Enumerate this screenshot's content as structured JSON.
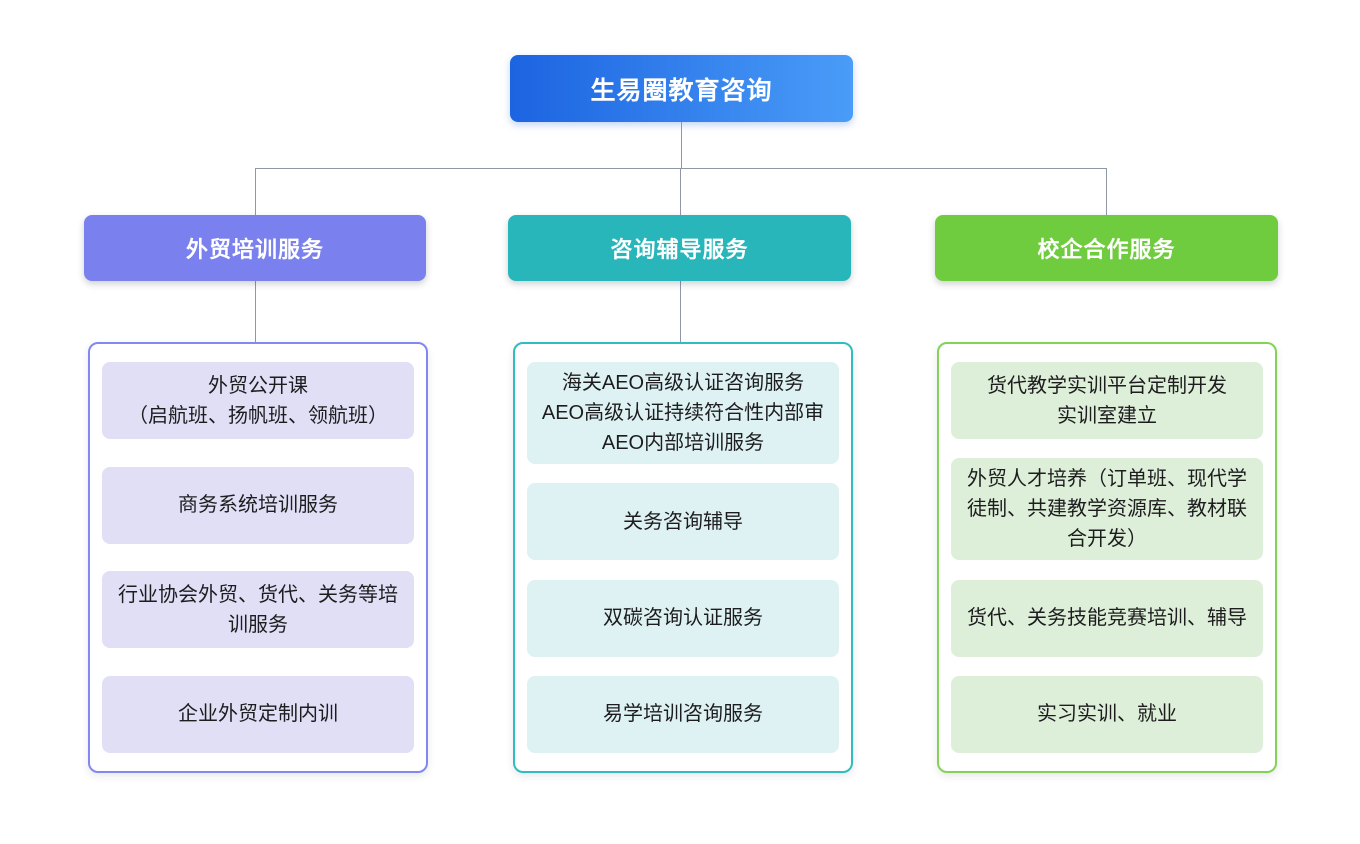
{
  "root": {
    "label": "生易圈教育咨询",
    "gradient_start": "#1c64e1",
    "gradient_end": "#4a9cf8",
    "text_color": "#ffffff"
  },
  "connector_color": "#8f98a4",
  "branches": [
    {
      "id": "trade-training",
      "label": "外贸培训服务",
      "header_color": "#7a80ee",
      "border_color": "#8388f0",
      "item_bg": "#e1dff6",
      "has_drop_line": true,
      "items": [
        "外贸公开课\n（启航班、扬帆班、领航班）",
        "商务系统培训服务",
        "行业协会外贸、货代、关务等培训服务",
        "企业外贸定制内训"
      ]
    },
    {
      "id": "consulting-coaching",
      "label": "咨询辅导服务",
      "header_color": "#28b6ba",
      "border_color": "#2fbdc0",
      "item_bg": "#def1f3",
      "has_drop_line": true,
      "items": [
        "海关AEO高级认证咨询服务\nAEO高级认证持续符合性内部审\nAEO内部培训服务",
        "关务咨询辅导",
        "双碳咨询认证服务",
        "易学培训咨询服务"
      ]
    },
    {
      "id": "school-enterprise",
      "label": "校企合作服务",
      "header_color": "#70cc3f",
      "border_color": "#82d356",
      "item_bg": "#deefd9",
      "has_drop_line": false,
      "items": [
        "货代教学实训平台定制开发\n实训室建立",
        "外贸人才培养（订单班、现代学徒制、共建教学资源库、教材联合开发）",
        "货代、关务技能竞赛培训、辅导",
        "实习实训、就业"
      ]
    }
  ]
}
